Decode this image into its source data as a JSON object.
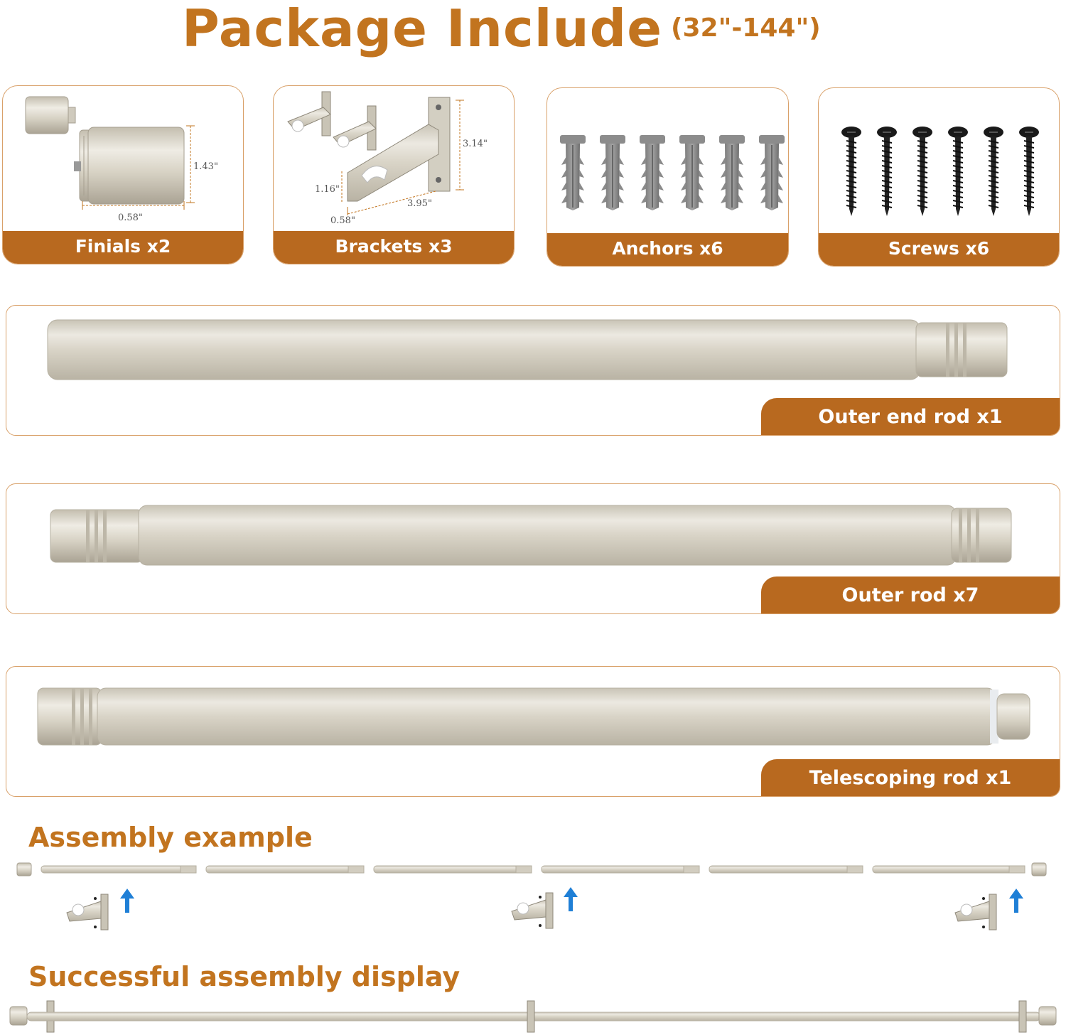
{
  "header": {
    "title": "Package Include",
    "range": "(32\"-144\")"
  },
  "parts": [
    {
      "label": "Finials x2",
      "icon": "finial-icon"
    },
    {
      "label": "Brackets x3",
      "icon": "bracket-icon"
    },
    {
      "label": "Anchors x6",
      "icon": "anchor-icon"
    },
    {
      "label": "Screws x6",
      "icon": "screw-icon"
    }
  ],
  "dimensions": {
    "finial_height": "1.43\"",
    "finial_width": "0.58\"",
    "bracket_height": "3.14\"",
    "bracket_depth": "3.95\"",
    "bracket_cup": "1.16\"",
    "bracket_width": "0.58\""
  },
  "rods": [
    {
      "label": "Outer end rod x1"
    },
    {
      "label": "Outer rod x7"
    },
    {
      "label": "Telescoping rod x1"
    }
  ],
  "sections": {
    "assembly_example": "Assembly example",
    "successful_display": "Successful assembly display"
  },
  "colors": {
    "accent": "#b8691f",
    "title": "#c2741f",
    "metal": "#d7d2c5",
    "arrow": "#1f7fd6"
  }
}
